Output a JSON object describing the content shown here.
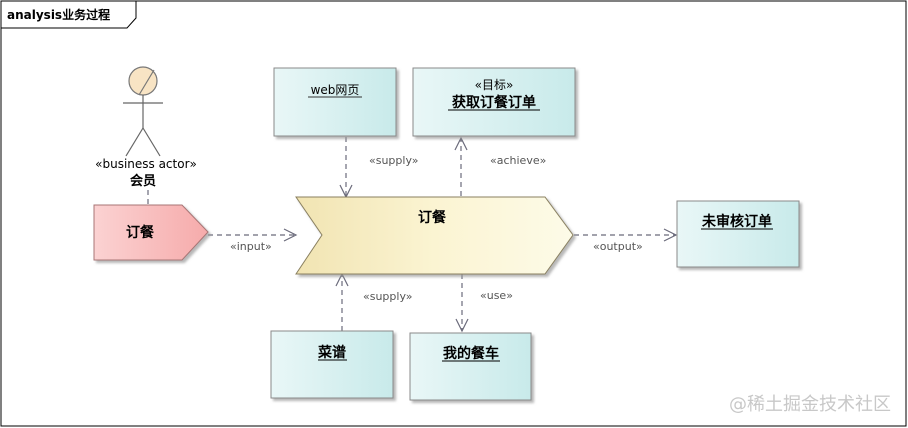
{
  "frame": {
    "title": "analysis业务过程"
  },
  "actor": {
    "stereotype": "«business actor»",
    "name": "会员"
  },
  "input_object": {
    "label": "订餐"
  },
  "process": {
    "label": "订餐"
  },
  "objects": {
    "webpage": {
      "label": "web网页"
    },
    "goal": {
      "stereotype": "«目标»",
      "label": "获取订餐订单"
    },
    "unreviewed_order": {
      "label": "未审核订单"
    },
    "menu": {
      "label": "菜谱"
    },
    "cart": {
      "label": "我的餐车"
    }
  },
  "connectors": {
    "supply_top": "«supply»",
    "achieve": "«achieve»",
    "input": "«input»",
    "output": "«output»",
    "supply_bottom": "«supply»",
    "use": "«use»"
  },
  "watermark": "@稀土掘金技术社区",
  "colors": {
    "object_fill_light": "#e7f6f6",
    "object_fill_dark": "#c9ebeb",
    "process_fill_light": "#fdf9e2",
    "process_fill_dark": "#efe2ad",
    "input_fill_light": "#fde3e3",
    "input_fill_dark": "#f5a9a9",
    "actor_head_fill": "#f8e4c4",
    "connector": "#666677"
  }
}
